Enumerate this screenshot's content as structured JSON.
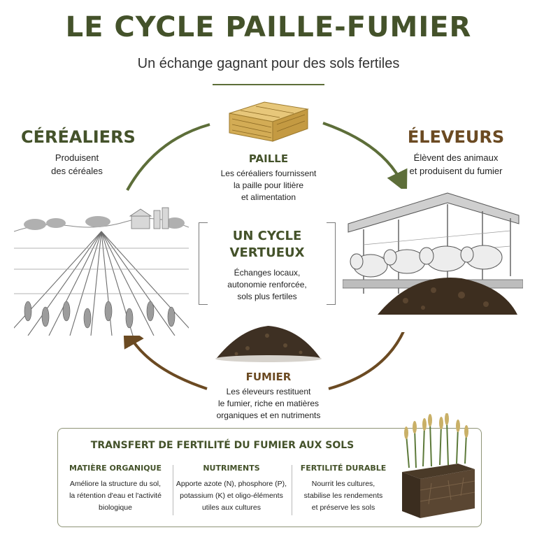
{
  "header": {
    "title": "LE CYCLE PAILLE-FUMIER",
    "subtitle": "Un échange gagnant pour des sols fertiles"
  },
  "roles": {
    "cerealiers": {
      "title": "CÉRÉALIERS",
      "lines": [
        "Produisent",
        "des céréales"
      ]
    },
    "eleveurs": {
      "title": "ÉLEVEURS",
      "lines": [
        "Élèvent des animaux",
        "et produisent du fumier"
      ]
    }
  },
  "nodes": {
    "paille": {
      "title": "PAILLE",
      "lines": [
        "Les céréaliers fournissent",
        "la paille pour litière",
        "et alimentation"
      ]
    },
    "fumier": {
      "title": "FUMIER",
      "lines": [
        "Les éleveurs restituent",
        "le fumier, riche en matières",
        "organiques et en nutriments"
      ]
    }
  },
  "center": {
    "title_lines": [
      "UN CYCLE",
      "VERTUEUX"
    ],
    "lines": [
      "Échanges locaux,",
      "autonomie renforcée,",
      "sols plus fertiles"
    ]
  },
  "panel": {
    "title": "TRANSFERT DE FERTILITÉ DU FUMIER AUX SOLS",
    "columns": [
      {
        "title": "MATIÈRE ORGANIQUE",
        "lines": [
          "Améliore la structure du sol,",
          "la rétention d'eau et l'activité",
          "biologique"
        ]
      },
      {
        "title": "NUTRIMENTS",
        "lines": [
          "Apporte azote (N), phosphore (P),",
          "potassium (K) et oligo-éléments",
          "utiles aux cultures"
        ]
      },
      {
        "title": "FERTILITÉ DURABLE",
        "lines": [
          "Nourrit les cultures,",
          "stabilise les rendements",
          "et préserve les sols"
        ]
      }
    ]
  },
  "colors": {
    "green": "#44522a",
    "brown": "#6b4a22",
    "arrow_green": "#5d6e39",
    "arrow_brown": "#6b4a22"
  }
}
